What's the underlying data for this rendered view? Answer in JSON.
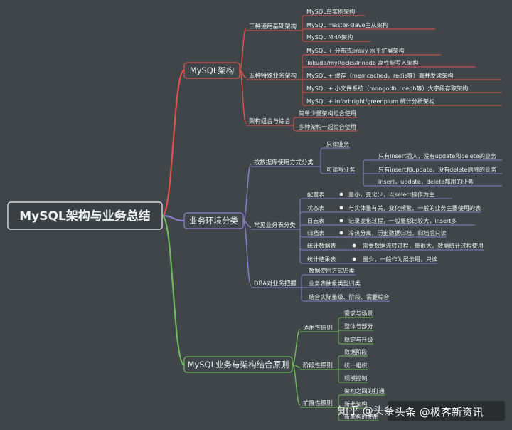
{
  "root": "MySQL架构与业务总结",
  "branches": [
    {
      "label": "MySQL架构",
      "color": "#e0524c",
      "groups": [
        {
          "label": "三种通用基础架构",
          "items": [
            {
              "text": "MySQL单实例架构"
            },
            {
              "text": "MySQL master-slave主从架构"
            },
            {
              "text": "MySQL MHA架构"
            }
          ]
        },
        {
          "label": "五种特殊业务架构",
          "items": [
            {
              "text": "MySQL + 分布式proxy 水平扩展架构"
            },
            {
              "text": "Tokudb/myRocks/Innodb 高性能写入架构"
            },
            {
              "text": "MySQL + 缓存（memcached，redis等）高并发读架构"
            },
            {
              "text": "MySQL + 小文件系统（mongodb，ceph等）大字段存取架构"
            },
            {
              "text": "MySQL + Inforbright/greenplum 统计分析架构"
            }
          ]
        },
        {
          "label": "架构组合与综合",
          "items": [
            {
              "text": "简单少量架构组合使用"
            },
            {
              "text": "多种架构一起综合使用"
            }
          ]
        }
      ]
    },
    {
      "label": "业务环境分类",
      "color": "#8a7fc7",
      "groups": [
        {
          "label": "按数据库使用方式分类",
          "items": [
            {
              "text": "只读业务"
            },
            {
              "text": "可读写业务",
              "children": [
                "只有insert插入，没有update和delete的业务",
                "只有insert和update，没有delete删除的业务",
                "insert，update，delete都用的业务"
              ]
            }
          ]
        },
        {
          "label": "常见业务表分类",
          "items": [
            {
              "text": "配置表",
              "note": "量小，变化少，以select操作为主"
            },
            {
              "text": "状态表",
              "note": "与实体量有关，变化频繁，一般的业务主要使用的表"
            },
            {
              "text": "日志表",
              "note": "记录变化过程，一般量都比较大，insert多"
            },
            {
              "text": "归档表",
              "note": "冷热分离，历史数据归档，归档后只读"
            },
            {
              "text": "统计数据表",
              "note": "需要数据流转过程，量很大，数据统计过程使用"
            },
            {
              "text": "统计结果表",
              "note": "量少，一般作为展示用，只读"
            }
          ]
        },
        {
          "label": "DBA对业务把握",
          "items": [
            {
              "text": "数据使用方式归类"
            },
            {
              "text": "业务表抽象类型归类"
            },
            {
              "text": "结合实际量级、阶段、需要综合"
            }
          ]
        }
      ]
    },
    {
      "label": "MySQL业务与架构结合原则",
      "color": "#6fb85a",
      "groups": [
        {
          "label": "适用性原则",
          "items": [
            {
              "text": "需求与场景"
            },
            {
              "text": "整体与部分"
            },
            {
              "text": "稳定与升级"
            }
          ]
        },
        {
          "label": "阶段性原则",
          "items": [
            {
              "text": "数据阶段"
            },
            {
              "text": "统一组织"
            },
            {
              "text": "规模控制"
            }
          ]
        },
        {
          "label": "扩展性原则",
          "items": [
            {
              "text": "架构之间的打通"
            },
            {
              "text": "新老架构"
            },
            {
              "text": "新架构的使用"
            }
          ]
        }
      ]
    }
  ],
  "watermarks": [
    "知乎 @头条",
    "头条 @极客新资讯"
  ]
}
